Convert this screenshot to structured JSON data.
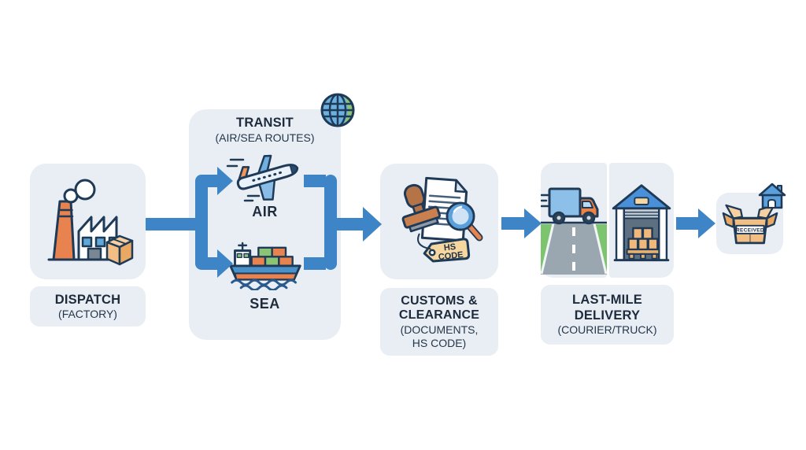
{
  "colors": {
    "arrow_blue": "#3d85c6",
    "panel_bg": "#e9eef4",
    "outline_navy": "#1f3a57",
    "text_dark": "#1d2b3c",
    "accent_orange": "#e8824e",
    "carton_tan": "#f2be83",
    "light_blue": "#8cc0e8",
    "mid_blue": "#4a90d9",
    "green": "#8bc474"
  },
  "stages": {
    "dispatch": {
      "title": "DISPATCH",
      "subtitle": "(FACTORY)",
      "icon": "factory-icon"
    },
    "transit": {
      "title": "TRANSIT",
      "subtitle": "(AIR/SEA ROUTES)",
      "badge_icon": "globe-icon",
      "routes": [
        {
          "label": "AIR",
          "icon": "airplane-icon"
        },
        {
          "label": "SEA",
          "icon": "cargo-ship-icon"
        }
      ]
    },
    "customs": {
      "title_lines": [
        "CUSTOMS &",
        "CLEARANCE"
      ],
      "subtitle_lines": [
        "(DOCUMENTS,",
        "HS CODE)"
      ],
      "icon": "customs-inspection-icon",
      "tag": {
        "line1": "HS",
        "line2": "CODE"
      }
    },
    "last_mile": {
      "title_lines": [
        "LAST-MILE",
        "DELIVERY"
      ],
      "subtitle": "(COURIER/TRUCK)",
      "icons": [
        "delivery-truck-icon",
        "warehouse-icon"
      ]
    },
    "received": {
      "box_label": "RECEIVED",
      "icon": "open-box-received-icon",
      "badge_icon": "house-icon"
    }
  },
  "flow_order": [
    "dispatch",
    "transit",
    "customs",
    "last_mile",
    "received"
  ]
}
